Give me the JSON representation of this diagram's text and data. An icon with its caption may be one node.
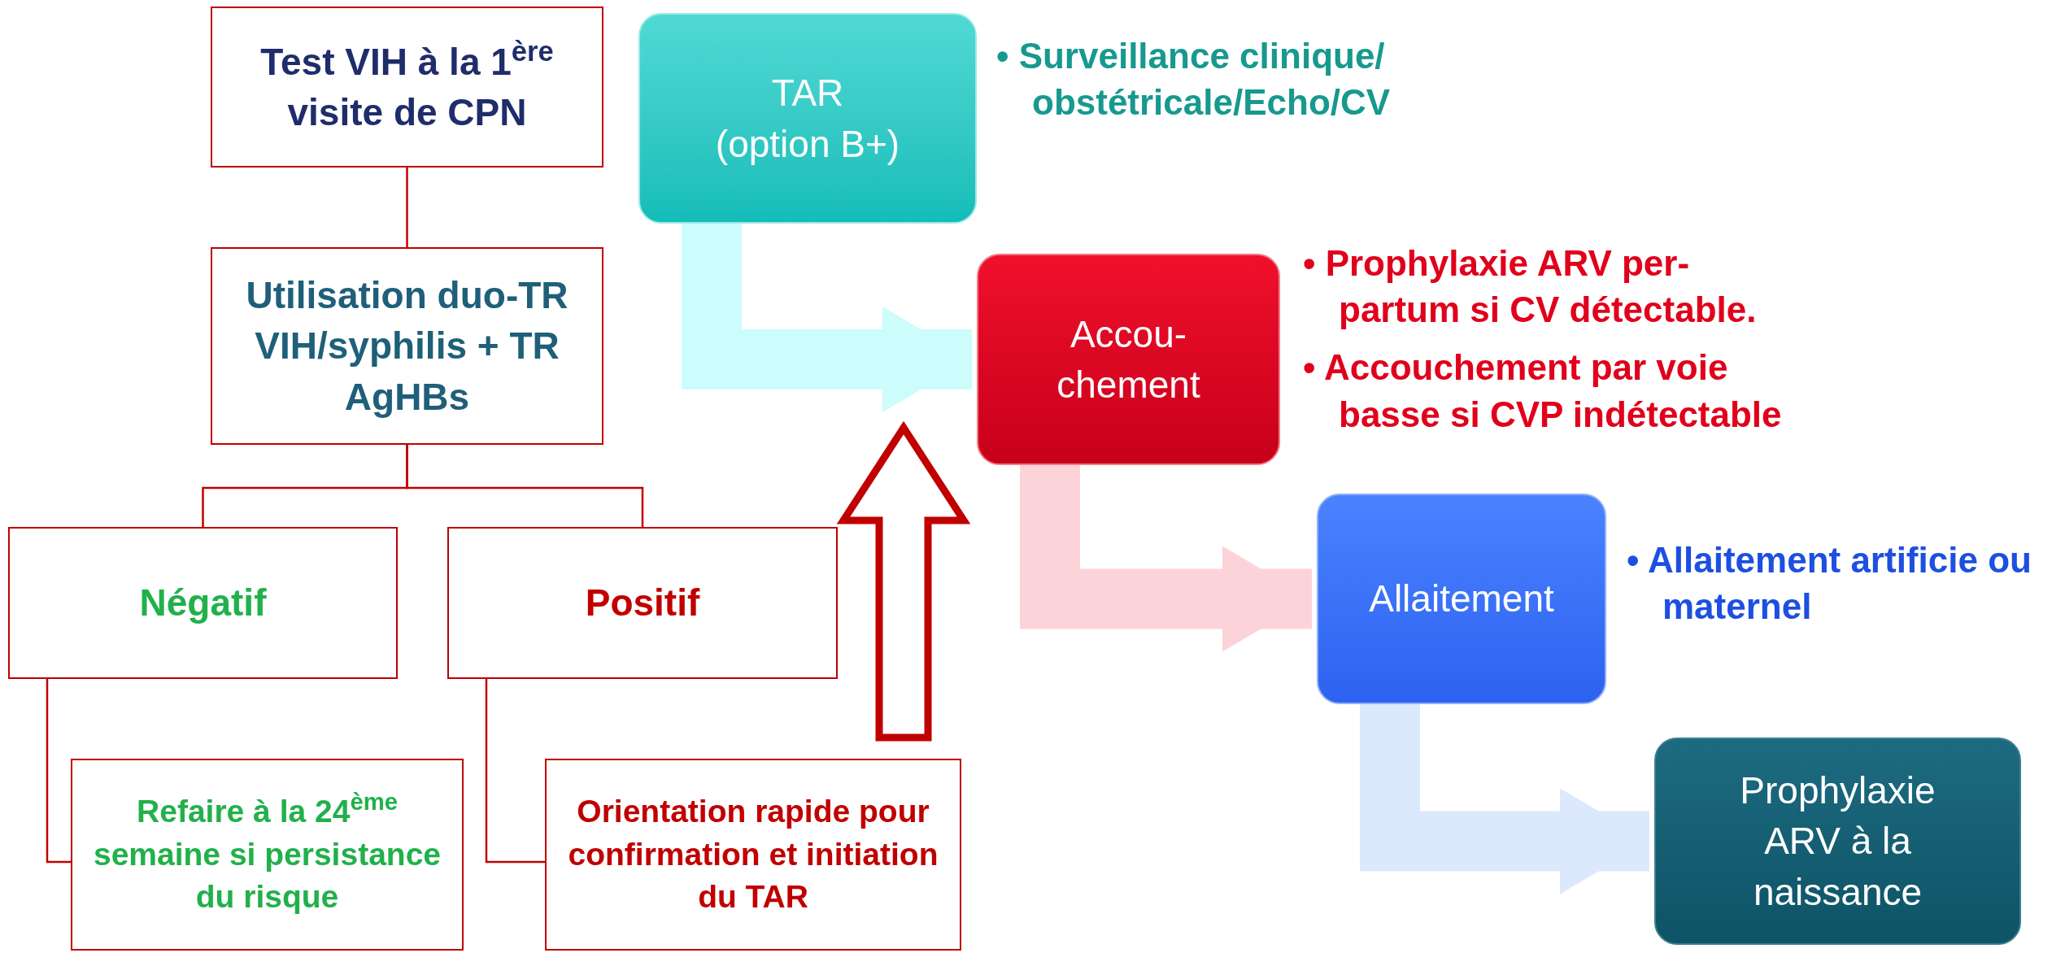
{
  "diagram": {
    "nodes": [
      {
        "text": [
          "Test VIH à la 1$^{ère}$ visite de CPN"
        ]
      },
      {
        "text": [
          "Utilisation duo-TR VIH/syphilis + TR AgHBs"
        ]
      },
      {
        "text": [
          "Négatif"
        ]
      },
      {
        "text": [
          "Positif"
        ]
      },
      {
        "text": [
          "Refaire à la 24$^{ème}$ semaine si persistance du risque"
        ]
      },
      {
        "text": [
          "Orientation rapide pour confirmation et initiation du TAR"
        ]
      },
      {
        "text": [
          "TAR",
          "(option B+)"
        ],
        "beside": [
          "• Surveillance clinique/ obstétricale/Echo/CV"
        ]
      },
      {
        "text": [
          "Accou- chement"
        ],
        "beside": [
          "• Prophylaxie ARV per- partum si CV détectable.",
          "• Accouchement par voie basse si CVP indétectable"
        ]
      },
      {
        "text": [
          "Allaitement"
        ],
        "beside": [
          "• Allaitement artificie ou maternel"
        ]
      },
      {
        "text": [
          "Prophylaxie ARV à la naissance"
        ]
      }
    ],
    "edges": [
      {
        "from": 0,
        "to": 1,
        "arrow": "none"
      },
      {
        "from": 1,
        "to": 2,
        "arrow": "none"
      },
      {
        "from": 1,
        "to": 3,
        "arrow": "none"
      },
      {
        "from": 2,
        "to": 4,
        "arrow": "none"
      },
      {
        "from": 3,
        "to": 5,
        "arrow": "none"
      },
      {
        "from": 6,
        "to": 7,
        "arrow": "to",
        "style": "thick",
        "color": "#ccfcfc"
      },
      {
        "from": 7,
        "to": 8,
        "arrow": "to",
        "style": "thick",
        "color": "#fdd3da"
      },
      {
        "from": 8,
        "to": 9,
        "arrow": "to",
        "style": "thick",
        "color": "#dce8fc"
      },
      {
        "from": 5,
        "to": null,
        "arrow": "to",
        "style": "thick",
        "color": "#c00000"
      }
    ]
  }
}
